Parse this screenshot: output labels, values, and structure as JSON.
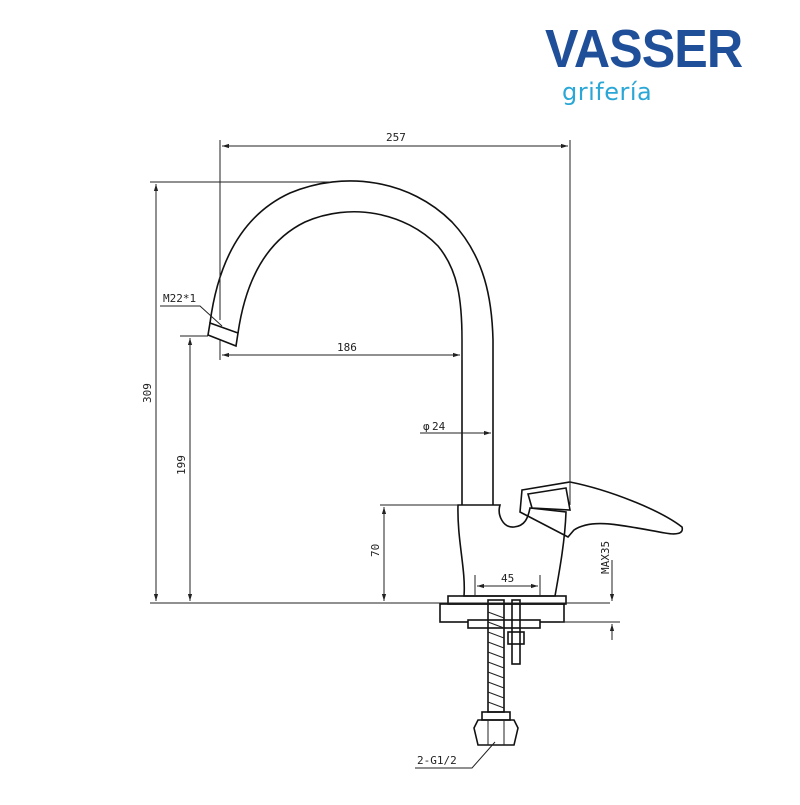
{
  "logo": {
    "brand": "VASSER",
    "sub": "grifería",
    "brand_color": "#1f4f99",
    "sub_color": "#2aa7d6"
  },
  "dimensions": {
    "spout_reach": "257",
    "spout_inner_reach": "186",
    "total_height": "309",
    "spout_outlet_height": "199",
    "body_height": "70",
    "outlet_thread": "M22*1",
    "pipe_diameter": "24",
    "base_width": "45",
    "max_deck_thickness": "MAX35",
    "inlet_thread": "2-G1/2"
  },
  "symbols": {
    "diameter": "φ"
  }
}
